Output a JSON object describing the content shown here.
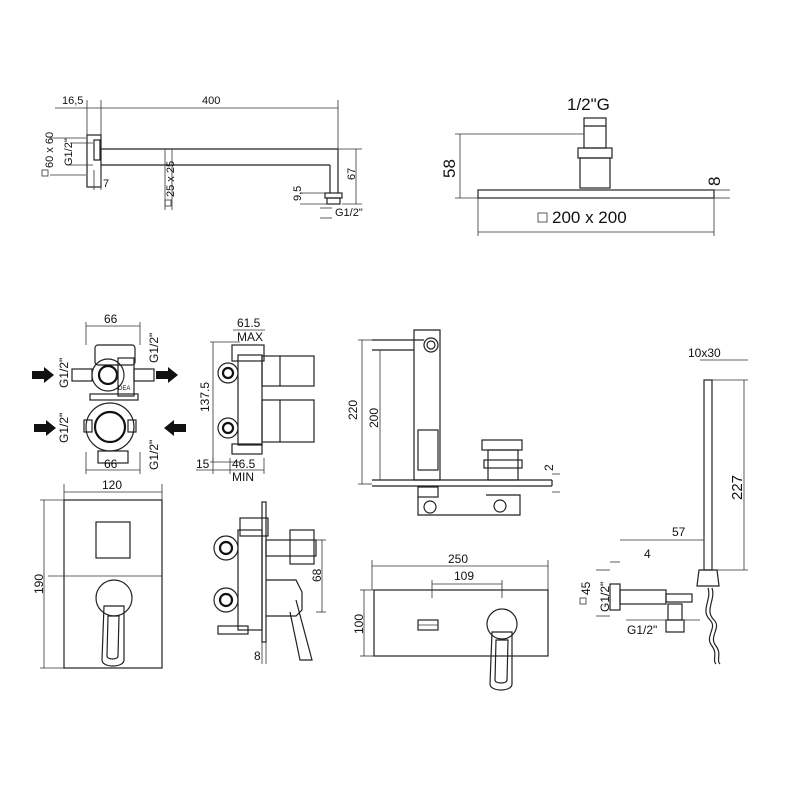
{
  "arm": {
    "d_16_5": "16,5",
    "d_400": "400",
    "d_60x60": "60 x 60",
    "d_g12_left": "G1/2\"",
    "d_7": "7",
    "d_25x25": "25 x 25",
    "d_9_5": "9,5",
    "d_67": "67",
    "d_g12_bottom": "G1/2\""
  },
  "showerhead": {
    "thread": "1/2\"G",
    "d_58": "58",
    "d_8": "8",
    "size": "200 x 200"
  },
  "valve_body": {
    "d_66_top": "66",
    "d_g12_tr": "G1/2\"",
    "d_g12_left_a": "G1/2\"",
    "d_g12_left_b": "G1/2\"",
    "d_66_bottom": "66",
    "d_g12_br": "G1/2\"",
    "mark": "DEA"
  },
  "valve_side": {
    "d_61_5": "61.5",
    "max": "MAX",
    "d_137_5": "137.5",
    "d_15": "15",
    "d_46_5": "46.5",
    "min": "MIN"
  },
  "spout_side": {
    "d_220": "220",
    "d_200": "200",
    "d_2": "2"
  },
  "handheld": {
    "d_10x30": "10x30",
    "d_227": "227",
    "d_57": "57",
    "d_4": "4",
    "d_45": "45",
    "d_g12_v": "G1/2\"",
    "d_g12_h": "G1/2\""
  },
  "plate_front": {
    "d_120": "120",
    "d_190": "190"
  },
  "plate_side": {
    "d_68": "68",
    "d_8": "8"
  },
  "wall_plate": {
    "d_250": "250",
    "d_109": "109",
    "d_100": "100"
  }
}
